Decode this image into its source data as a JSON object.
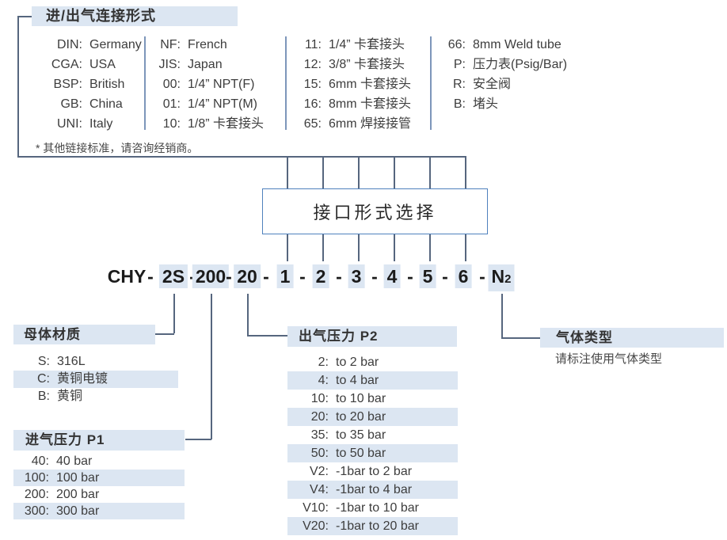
{
  "connection_section": {
    "title": "进/出气连接形式",
    "note": "* 其他链接标准，请咨询经销商。",
    "columns": [
      {
        "items": [
          {
            "code": "DIN:",
            "label": "Germany"
          },
          {
            "code": "CGA:",
            "label": "USA"
          },
          {
            "code": "BSP:",
            "label": "British"
          },
          {
            "code": "GB:",
            "label": "China"
          },
          {
            "code": "UNI:",
            "label": "Italy"
          }
        ]
      },
      {
        "items": [
          {
            "code": "NF:",
            "label": "French"
          },
          {
            "code": "JIS:",
            "label": "Japan"
          },
          {
            "code": "00:",
            "label": "1/4” NPT(F)"
          },
          {
            "code": "01:",
            "label": "1/4” NPT(M)"
          },
          {
            "code": "10:",
            "label": "1/8” 卡套接头"
          }
        ]
      },
      {
        "items": [
          {
            "code": "11:",
            "label": "1/4” 卡套接头"
          },
          {
            "code": "12:",
            "label": "3/8” 卡套接头"
          },
          {
            "code": "15:",
            "label": "6mm 卡套接头"
          },
          {
            "code": "16:",
            "label": "8mm 卡套接头"
          },
          {
            "code": "65:",
            "label": "6mm 焊接接管"
          }
        ]
      },
      {
        "items": [
          {
            "code": "66:",
            "label": "8mm Weld tube"
          },
          {
            "code": "P:",
            "label": "压力表(Psig/Bar)"
          },
          {
            "code": "R:",
            "label": "安全阀"
          },
          {
            "code": "B:",
            "label": "堵头"
          }
        ]
      }
    ]
  },
  "interface_box": {
    "label": "接口形式选择"
  },
  "code": {
    "segments": [
      {
        "text": "CHY",
        "highlight": false
      },
      {
        "text": "-",
        "highlight": false
      },
      {
        "text": "2S",
        "highlight": true
      },
      {
        "text": "-",
        "highlight": false
      },
      {
        "text": "200",
        "highlight": true
      },
      {
        "text": "-",
        "highlight": false
      },
      {
        "text": "20",
        "highlight": true
      },
      {
        "text": "-",
        "highlight": false
      },
      {
        "text": "1",
        "highlight": true
      },
      {
        "text": "-",
        "highlight": false
      },
      {
        "text": "2",
        "highlight": true
      },
      {
        "text": "-",
        "highlight": false
      },
      {
        "text": "3",
        "highlight": true
      },
      {
        "text": "-",
        "highlight": false
      },
      {
        "text": "4",
        "highlight": true
      },
      {
        "text": "-",
        "highlight": false
      },
      {
        "text": "5",
        "highlight": true
      },
      {
        "text": "-",
        "highlight": false
      },
      {
        "text": "6",
        "highlight": true
      },
      {
        "text": "-",
        "highlight": false
      },
      {
        "text": "N",
        "sub": "2",
        "highlight": true
      }
    ]
  },
  "sections": {
    "body_material": {
      "title": "母体材质",
      "items": [
        {
          "code": "S:",
          "label": "316L",
          "highlight": false
        },
        {
          "code": "C:",
          "label": "黄铜电镀",
          "highlight": true
        },
        {
          "code": "B:",
          "label": "黄铜",
          "highlight": false
        }
      ]
    },
    "inlet_pressure": {
      "title": "进气压力 P1",
      "items": [
        {
          "code": "40:",
          "label": "40 bar",
          "highlight": false
        },
        {
          "code": "100:",
          "label": "100 bar",
          "highlight": true
        },
        {
          "code": "200:",
          "label": "200 bar",
          "highlight": false
        },
        {
          "code": "300:",
          "label": "300 bar",
          "highlight": true
        }
      ]
    },
    "outlet_pressure": {
      "title": "出气压力 P2",
      "items": [
        {
          "code": "2:",
          "label": "to 2 bar",
          "highlight": false
        },
        {
          "code": "4:",
          "label": "to 4 bar",
          "highlight": true
        },
        {
          "code": "10:",
          "label": "to 10 bar",
          "highlight": false
        },
        {
          "code": "20:",
          "label": "to 20 bar",
          "highlight": true
        },
        {
          "code": "35:",
          "label": "to 35 bar",
          "highlight": false
        },
        {
          "code": "50:",
          "label": "to 50 bar",
          "highlight": true
        },
        {
          "code": "V2:",
          "label": "-1bar to 2 bar",
          "highlight": false
        },
        {
          "code": "V4:",
          "label": "-1bar to 4 bar",
          "highlight": true
        },
        {
          "code": "V10:",
          "label": "-1bar to 10 bar",
          "highlight": false
        },
        {
          "code": "V20:",
          "label": "-1bar to 20 bar",
          "highlight": true
        }
      ]
    },
    "gas_type": {
      "title": "气体类型",
      "note": "请标注使用气体类型"
    }
  },
  "colors": {
    "highlight": "#dce6f2",
    "box_border": "#4f81bd",
    "connector_line": "#56667e",
    "divider": "#7d96ba",
    "text": "#3d3d3d"
  }
}
